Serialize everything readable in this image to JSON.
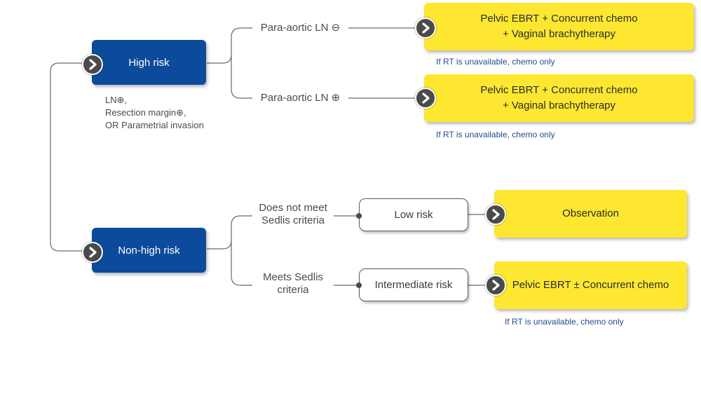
{
  "nodes": {
    "high_risk": "High risk",
    "non_high_risk": "Non-high risk",
    "low_risk": "Low risk",
    "intermediate_risk": "Intermediate risk"
  },
  "high_risk_criteria": [
    "LN⊕,",
    "Resection margin⊕,",
    "OR Parametrial invasion"
  ],
  "branch_labels": {
    "para_aortic_neg": "Para-aortic LN ⊖",
    "para_aortic_pos": "Para-aortic LN ⊕",
    "not_meet_sedlis": [
      "Does not meet",
      "Sedlis criteria"
    ],
    "meets_sedlis": [
      "Meets Sedlis",
      "criteria"
    ]
  },
  "treatments": {
    "t1": [
      "Pelvic EBRT + Concurrent chemo",
      "+ Vaginal brachytherapy"
    ],
    "t2": [
      "Pelvic EBRT + Concurrent chemo",
      "+ Vaginal brachytherapy"
    ],
    "t3": "Observation",
    "t4": "Pelvic EBRT ± Concurrent chemo"
  },
  "notes": {
    "n1": "If RT is unavailable, chemo only",
    "n2": "If RT is unavailable, chemo only",
    "n3": "If RT is unavailable, chemo only"
  },
  "colors": {
    "navy": "#0c4a9c",
    "yellow": "#fde731",
    "connector": "#6a6a6a",
    "note_text": "#1f4e8c"
  }
}
